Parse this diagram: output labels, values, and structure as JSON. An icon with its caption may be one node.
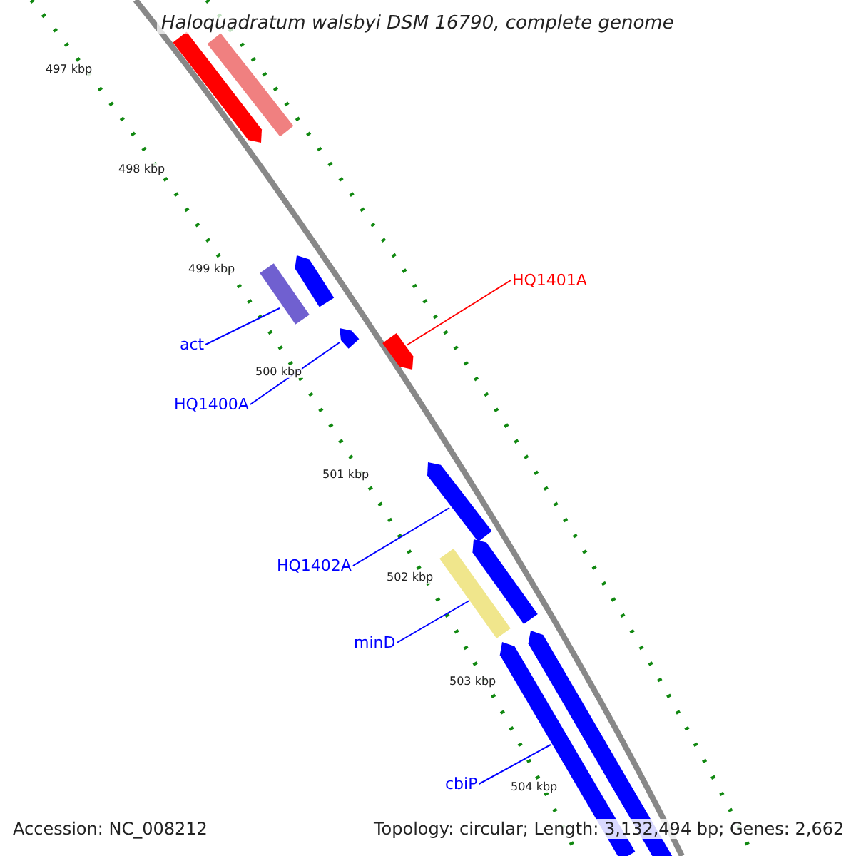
{
  "diagram": {
    "title": "Haloquadratum walsbyi DSM 16790, complete genome",
    "nodes": [
      {
        "text": [
          "act"
        ]
      },
      {
        "text": [
          "HQ1400A"
        ]
      },
      {
        "text": [
          "HQ1401A"
        ]
      },
      {
        "text": [
          "HQ1402A"
        ]
      },
      {
        "text": [
          "minD"
        ]
      },
      {
        "text": [
          "cbiP"
        ]
      },
      {
        "text": [],
        "shape": "arrow"
      },
      {
        "text": [],
        "shape": "bar"
      },
      {
        "text": [],
        "shape": "arrow"
      },
      {
        "text": [],
        "shape": "bar"
      },
      {
        "text": [],
        "shape": "arrow"
      },
      {
        "text": [],
        "shape": "arrow"
      },
      {
        "text": [],
        "shape": "arrow"
      },
      {
        "text": [],
        "shape": "arrow"
      },
      {
        "text": [],
        "shape": "bar"
      },
      {
        "text": [],
        "shape": "arrow"
      },
      {
        "text": [],
        "shape": "arrow"
      }
    ],
    "edges": [
      {
        "from": 0,
        "to": 9,
        "arrow": "none"
      },
      {
        "from": 1,
        "to": 10,
        "arrow": "none"
      },
      {
        "from": 2,
        "to": 11,
        "arrow": "none",
        "color": "#ff0000"
      },
      {
        "from": 3,
        "to": 12,
        "arrow": "none"
      },
      {
        "from": 4,
        "to": 14,
        "arrow": "none"
      },
      {
        "from": 5,
        "to": 16,
        "arrow": "none"
      }
    ],
    "labels": [
      "497 kbp",
      "498 kbp",
      "499 kbp",
      "500 kbp",
      "501 kbp",
      "502 kbp",
      "503 kbp",
      "504 kbp",
      "Accession: NC_008212",
      "Topology: circular; Length: 3,132,494 bp; Genes: 2,662"
    ]
  }
}
